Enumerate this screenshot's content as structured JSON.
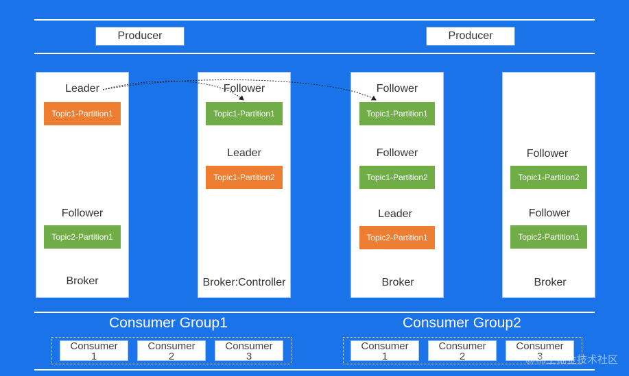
{
  "producers": [
    "Producer",
    "Producer"
  ],
  "brokers": [
    {
      "name": "Broker",
      "entries": [
        {
          "role": "Leader",
          "partition": "Topic1-Partition1",
          "color": "#ed7d31"
        },
        {
          "role": "Follower",
          "partition": "Topic2-Partition1",
          "color": "#70ad47"
        }
      ]
    },
    {
      "name": "Broker:Controller",
      "entries": [
        {
          "role": "Follower",
          "partition": "Topic1-Partition1",
          "color": "#70ad47"
        },
        {
          "role": "Leader",
          "partition": "Topic1-Partition2",
          "color": "#ed7d31"
        }
      ]
    },
    {
      "name": "Broker",
      "entries": [
        {
          "role": "Follower",
          "partition": "Topic1-Partition1",
          "color": "#70ad47"
        },
        {
          "role": "Follower",
          "partition": "Topic1-Partition2",
          "color": "#70ad47"
        },
        {
          "role": "Leader",
          "partition": "Topic2-Partition1",
          "color": "#ed7d31"
        }
      ]
    },
    {
      "name": "Broker",
      "entries": [
        {
          "role": "Follower",
          "partition": "Topic1-Partition2",
          "color": "#70ad47"
        },
        {
          "role": "Follower",
          "partition": "Topic2-Partition1",
          "color": "#70ad47"
        }
      ]
    }
  ],
  "consumer_groups": [
    {
      "title": "Consumer Group1",
      "consumers": [
        {
          "name": "Consumer",
          "num": "1"
        },
        {
          "name": "Consumer",
          "num": "2"
        },
        {
          "name": "Consumer",
          "num": "3"
        }
      ]
    },
    {
      "title": "Consumer Group2",
      "consumers": [
        {
          "name": "Consumer",
          "num": "1"
        },
        {
          "name": "Consumer",
          "num": "2"
        },
        {
          "name": "Consumer",
          "num": "3"
        }
      ]
    }
  ],
  "colors": {
    "background": "#1a73e8",
    "leader": "#ed7d31",
    "follower": "#70ad47"
  },
  "watermark": "@稀土掘金技术社区"
}
